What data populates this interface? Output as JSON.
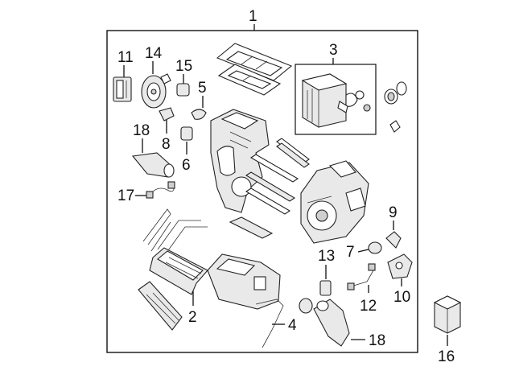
{
  "callouts": {
    "c1": "1",
    "c2": "2",
    "c3": "3",
    "c4": "4",
    "c5": "5",
    "c6": "6",
    "c7": "7",
    "c8": "8",
    "c9": "9",
    "c10": "10",
    "c11": "11",
    "c12": "12",
    "c13": "13",
    "c14": "14",
    "c15": "15",
    "c16": "16",
    "c17": "17",
    "c18a": "18",
    "c18b": "18"
  }
}
